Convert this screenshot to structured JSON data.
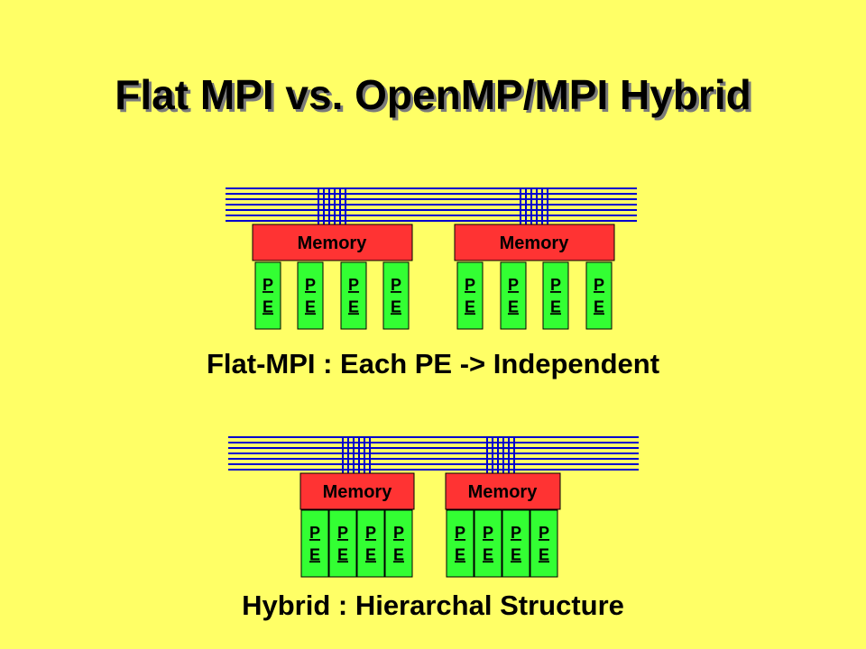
{
  "title": "Flat MPI vs. OpenMP/MPI Hybrid",
  "flat": {
    "caption": "Flat-MPI : Each PE -> Independent",
    "nodes": [
      {
        "memory_label": "Memory",
        "pes": [
          "P E",
          "P E",
          "P E",
          "P E"
        ]
      },
      {
        "memory_label": "Memory",
        "pes": [
          "P E",
          "P E",
          "P E",
          "P E"
        ]
      }
    ]
  },
  "hybrid": {
    "caption": "Hybrid : Hierarchal Structure",
    "nodes": [
      {
        "memory_label": "Memory",
        "pes": [
          "P E",
          "P E",
          "P E",
          "P E"
        ]
      },
      {
        "memory_label": "Memory",
        "pes": [
          "P E",
          "P E",
          "P E",
          "P E"
        ]
      }
    ]
  },
  "colors": {
    "background": "#FFFF66",
    "memory": "#FF3333",
    "pe": "#33FF33",
    "bus": "#0000CC"
  }
}
